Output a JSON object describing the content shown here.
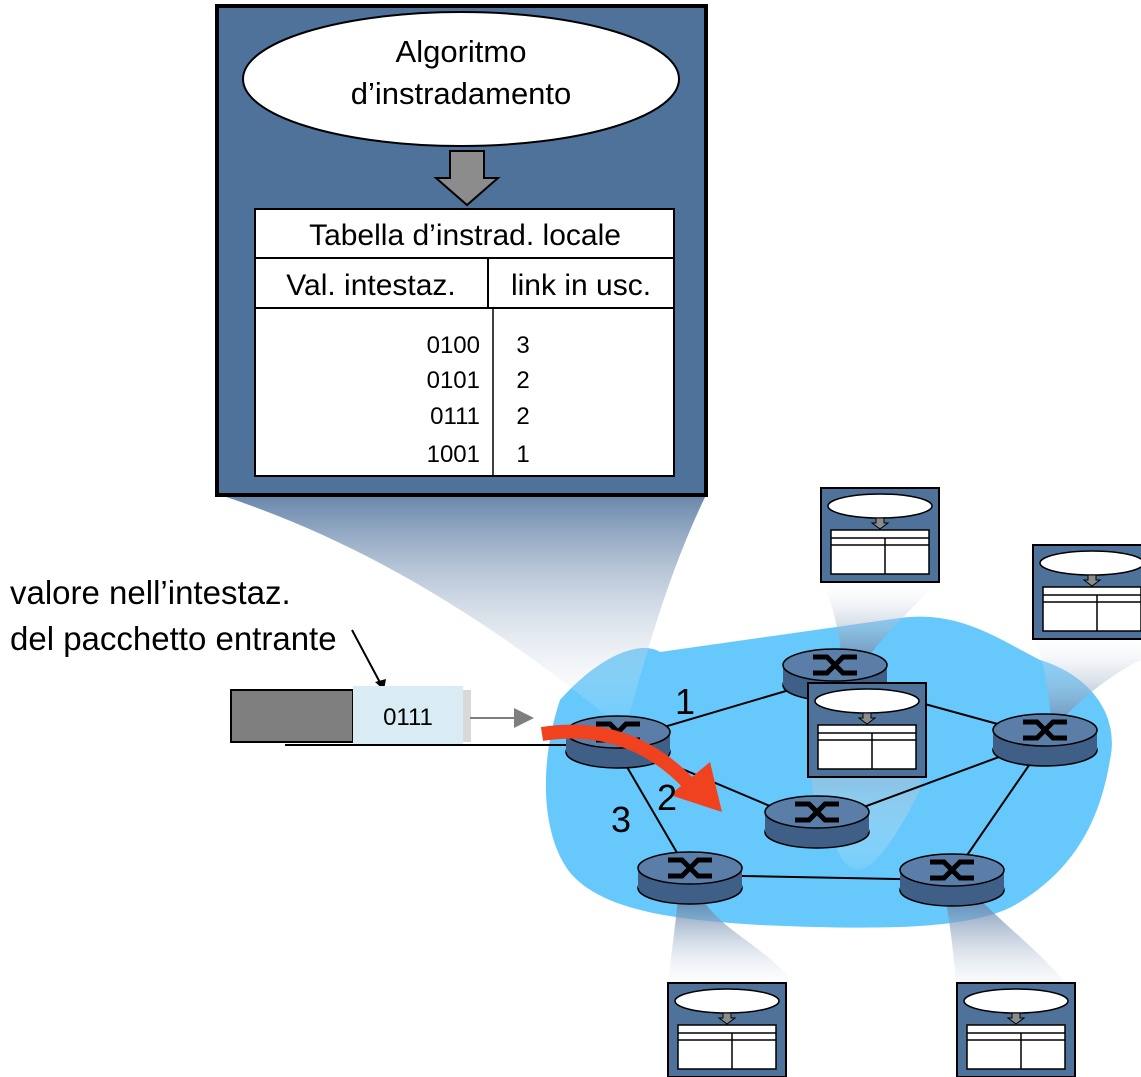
{
  "colors": {
    "router_box": "#4e7299",
    "router_box_border": "#000000",
    "network_cloud": "#66c8fb",
    "router_body": "#4a6a91",
    "forwarding_arrow": "#f0421e",
    "packet_header_fill": "#d9ebf3",
    "packet_body_fill": "#7f7f7f",
    "down_arrow": "#8c8c8c"
  },
  "routing_box": {
    "algorithm_label_line1": "Algoritmo",
    "algorithm_label_line2": "d’instradamento",
    "table": {
      "title": "Tabella d’instrad. locale",
      "headers": [
        "Val. intestaz.",
        "link in usc."
      ],
      "rows": [
        {
          "header_value": "0100",
          "output_link": "3"
        },
        {
          "header_value": "0101",
          "output_link": "2"
        },
        {
          "header_value": "0111",
          "output_link": "2"
        },
        {
          "header_value": "1001",
          "output_link": "1"
        }
      ]
    }
  },
  "annotation": {
    "line1": "valore nell’intestaz.",
    "line2": "del pacchetto entrante"
  },
  "packet": {
    "header_value": "0111"
  },
  "link_labels": [
    "1",
    "2",
    "3"
  ],
  "icons": [
    "router-icon",
    "down-arrow-icon",
    "forwarding-arrow-icon"
  ]
}
